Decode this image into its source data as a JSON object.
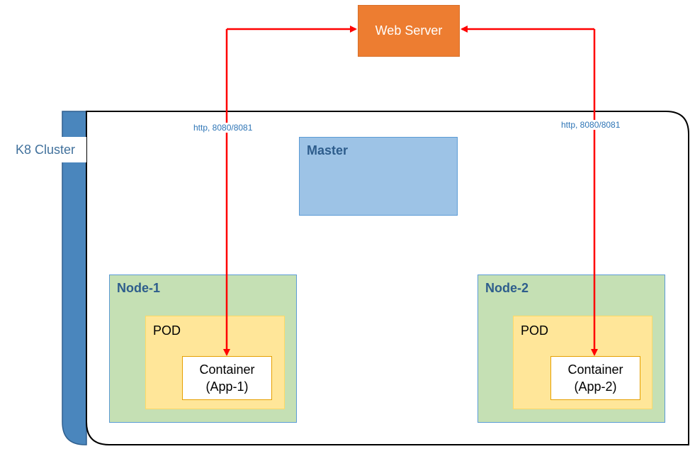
{
  "cluster": {
    "label": "K8 Cluster"
  },
  "master": {
    "title": "Master"
  },
  "web_server": {
    "label": "Web Server"
  },
  "connections": [
    {
      "label": "http, 8080/8081"
    },
    {
      "label": "http, 8080/8081"
    }
  ],
  "nodes": [
    {
      "title": "Node-1",
      "pod": {
        "label": "POD",
        "container": {
          "line1": "Container",
          "line2": "(App-1)"
        }
      }
    },
    {
      "title": "Node-2",
      "pod": {
        "label": "POD",
        "container": {
          "line1": "Container",
          "line2": "(App-2)"
        }
      }
    }
  ],
  "colors": {
    "cluster_tab": "#4A86BD",
    "master_fill": "#9DC3E6",
    "node_fill": "#C5E0B4",
    "pod_fill": "#FFE699",
    "web_server_fill": "#ED7D31",
    "arrow": "#FF0000"
  }
}
